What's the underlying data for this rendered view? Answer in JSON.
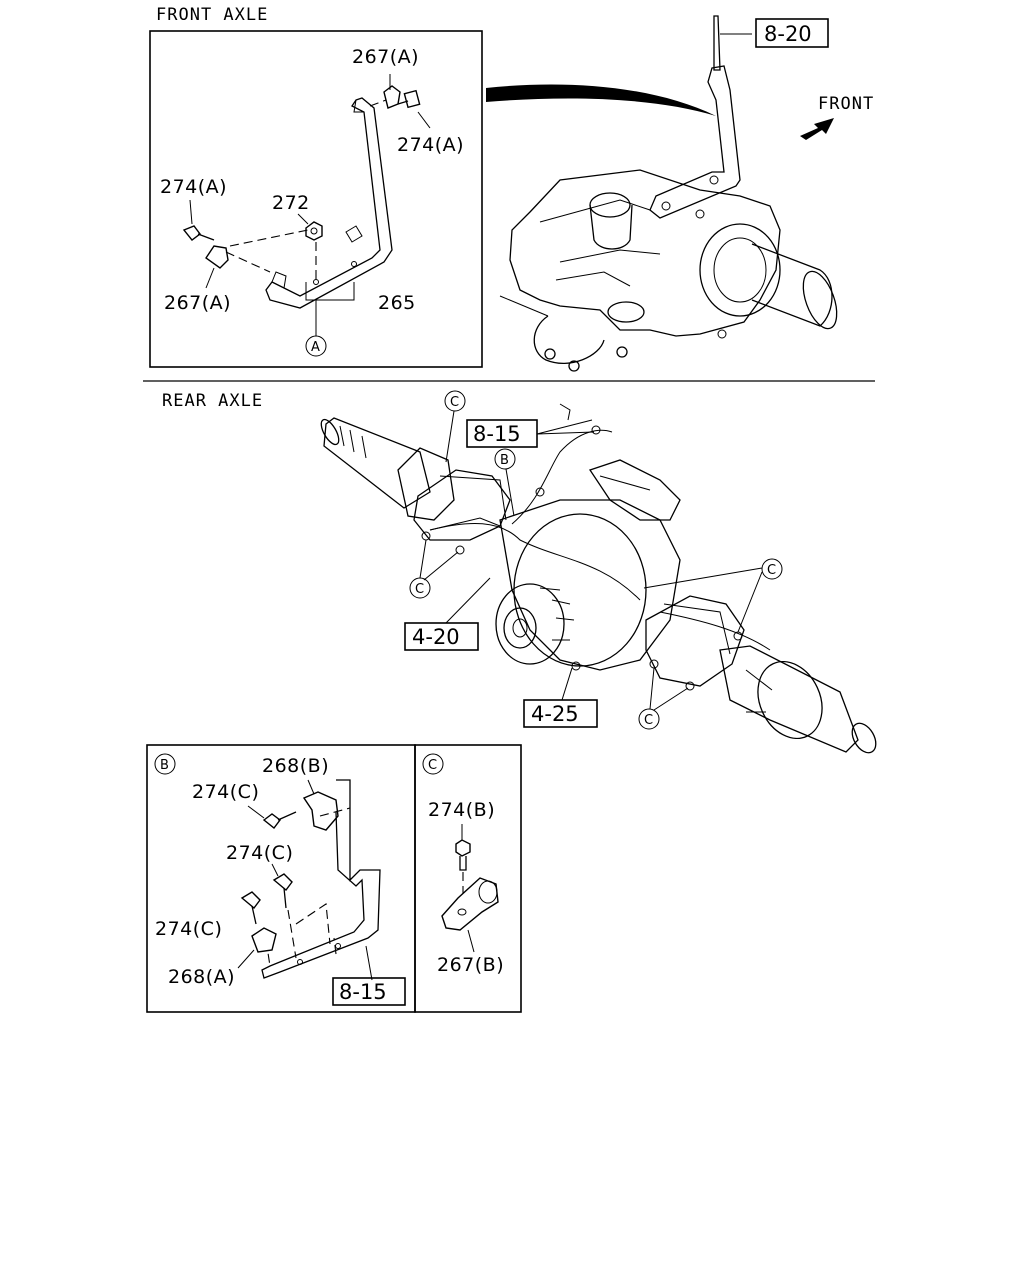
{
  "sections": {
    "front_axle": "FRONT AXLE",
    "rear_axle": "REAR AXLE",
    "front_arrow": "FRONT"
  },
  "front_detail": {
    "labels": {
      "l267a_top": "267(A)",
      "l274a_right": "274(A)",
      "l274a_left": "274(A)",
      "l272": "272",
      "l267a_bottom": "267(A)",
      "l265": "265"
    },
    "callout_a": "A"
  },
  "front_assembly": {
    "ref": "8-20"
  },
  "rear_assembly": {
    "ref_8_15": "8-15",
    "ref_4_20": "4-20",
    "ref_4_25": "4-25",
    "callouts": {
      "c_top": "C",
      "b": "B",
      "c_left": "C",
      "c_right": "C",
      "c_bottom": "C"
    }
  },
  "detail_b": {
    "marker": "B",
    "labels": {
      "l268b": "268(B)",
      "l274c_1": "274(C)",
      "l274c_2": "274(C)",
      "l274c_3": "274(C)",
      "l268a": "268(A)"
    },
    "ref": "8-15"
  },
  "detail_c": {
    "marker": "C",
    "labels": {
      "l274b": "274(B)",
      "l267b": "267(B)"
    }
  }
}
